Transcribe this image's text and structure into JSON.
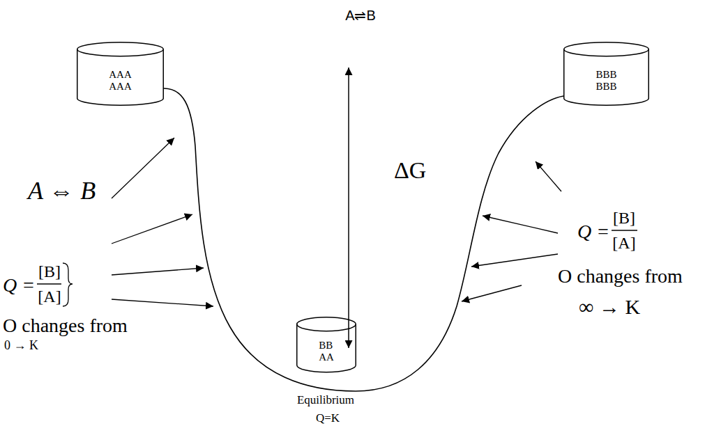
{
  "diagram": {
    "title": "A⇌B",
    "nodes": [
      {
        "text": [
          "AAA AAA"
        ]
      },
      {
        "text": [
          "BBB BBB"
        ]
      },
      {
        "text": [
          "BB AA"
        ]
      }
    ],
    "labels": [
      "A ⇔ B",
      "Q =",
      "[B]",
      "[A]",
      "O changes from",
      "0 → K",
      "ΔG",
      "Q =",
      "[B]",
      "[A]",
      "O changes from",
      "∞ → K",
      "Equilibrium",
      "Q=K"
    ]
  }
}
